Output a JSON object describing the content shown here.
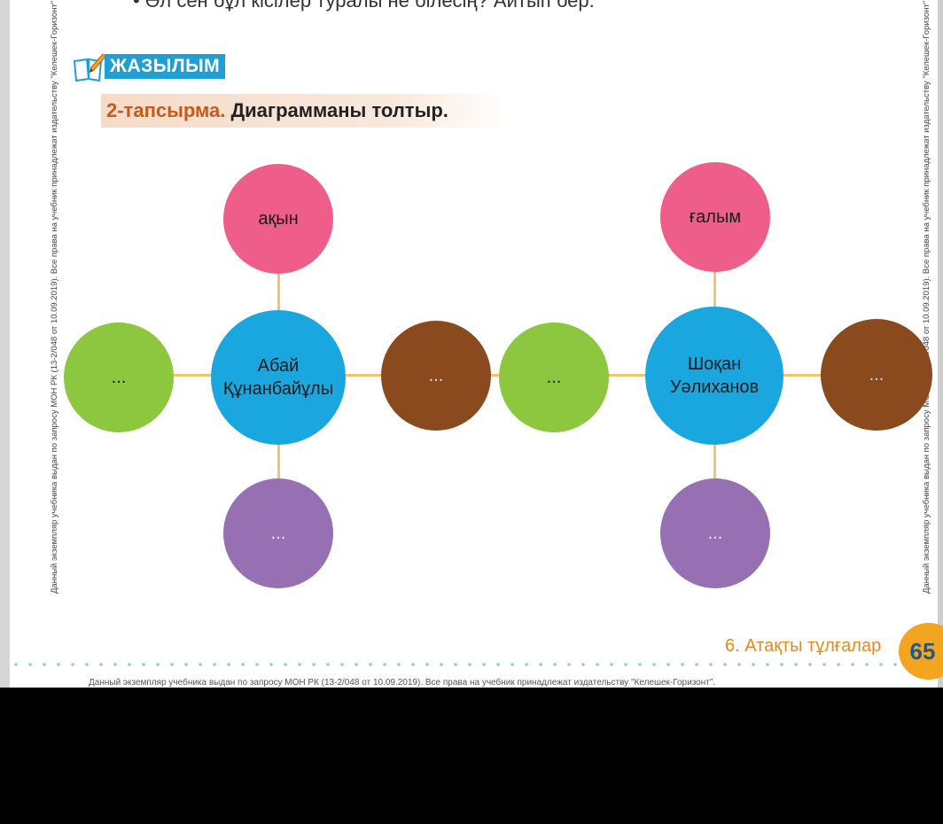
{
  "top_line": "• Әл сен бұл кісілер туралы не білесің? Айтып бер.",
  "section": {
    "title": "ЖАЗЫЛЫМ",
    "icon": "writing-icon"
  },
  "task": {
    "number": "2-тапсырма.",
    "text": " Диаграмманы толтыр."
  },
  "diagram_left": {
    "center": [
      "Абай",
      "Құнанбайұлы"
    ],
    "top": "ақын",
    "left": "...",
    "right": "...",
    "bottom": "..."
  },
  "diagram_right": {
    "center": [
      "Шоқан",
      "Уәлиханов"
    ],
    "top": "ғалым",
    "left": "...",
    "right": "...",
    "bottom": "..."
  },
  "footer": {
    "chapter": "6. Атақты тұлғалар",
    "page": "65"
  },
  "side_left": "Данный экземпляр учебника выдан по запросу МОН РК (13-2/048 от 10.09.2019). Все права на учебник принадлежат издательству \"Келешек-Горизонт\". Копирование и распространение частей запрещено без письменного согласия правообладателей (ст. 198 УК РК от 100 МРП до 7 лет лишения свободы).",
  "side_right": "Данный экземпляр учебника выдан по запросу МОН РК (13-2/048 от 10.09.2019). Все права на учебник принадлежат издательству \"Келешек-Горизонт\". Копирование и распространение частей запрещено без письменного согласия правообладателей (ст. 198 УК РК от 100 МРП до 7 лет лишения свободы).",
  "bottom_note": "Данный экземпляр учебника выдан по запросу МОН РК (13-2/048 от 10.09.2019). Все права на учебник принадлежат издательству \"Келешек-Горизонт\".",
  "colors": {
    "pink": "#ef5d8a",
    "blue": "#1aa7df",
    "green": "#8dc63f",
    "brown": "#8a4a1e",
    "purple": "#9770b4",
    "accent": "#f3a51f"
  }
}
